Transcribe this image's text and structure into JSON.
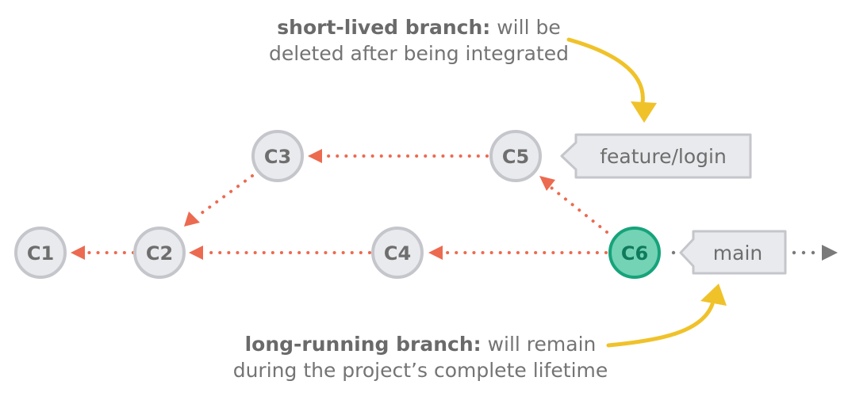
{
  "commits": {
    "c1": "C1",
    "c2": "C2",
    "c3": "C3",
    "c4": "C4",
    "c5": "C5",
    "c6": "C6"
  },
  "branches": {
    "feature": "feature/login",
    "main": "main"
  },
  "annotations": {
    "short_lived": {
      "bold": "short-lived branch:",
      "line1_rest": " will be",
      "line2": "deleted after being integrated"
    },
    "long_running": {
      "bold": "long-running branch:",
      "line1_rest": " will remain",
      "line2": "during the project’s complete lifetime"
    }
  },
  "colors": {
    "commit_fill": "#e9eaed",
    "commit_stroke": "#c4c6cb",
    "commit_text": "#6e6e6e",
    "head_fill": "#74d3b4",
    "head_stroke": "#16a37b",
    "head_text": "#0f7a5c",
    "arrow": "#ec6a50",
    "label_fill": "#e9eaed",
    "label_stroke": "#c4c6cb",
    "pointer_arrow": "#f0c22a",
    "annotation_text": "#747474"
  }
}
